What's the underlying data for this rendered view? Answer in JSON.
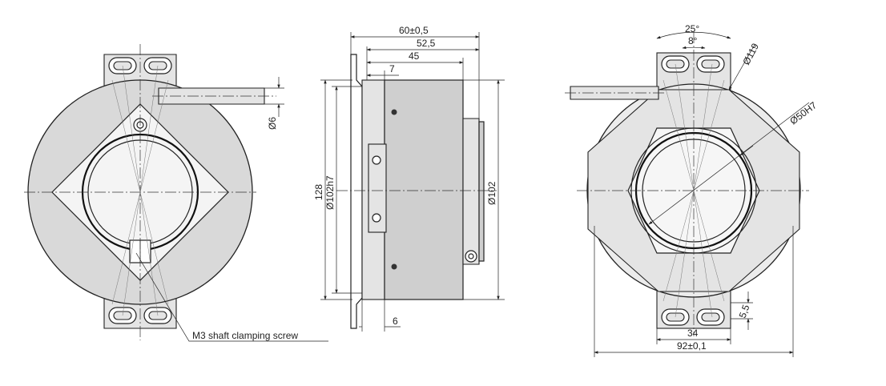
{
  "left_view": {
    "callout": "M3 shaft clamping screw"
  },
  "side_view": {
    "dim_total_length": "60±0,5",
    "dim_length_2": "52,5",
    "dim_body_length": "45",
    "dim_flange_offset": "7",
    "dim_bottom": "6",
    "dim_height": "128",
    "dim_diameter_h7": "Ø102h7",
    "dim_diameter_right": "Ø102",
    "dim_shaft_diameter": "Ø6"
  },
  "right_view": {
    "dim_angle_outer": "25°",
    "dim_angle_inner": "8°",
    "dim_diameter_119": "Ø119",
    "dim_bore": "Ø50H7",
    "dim_slot_width": "5,5",
    "dim_tab_width": "34",
    "dim_overall_width": "92±0,1"
  }
}
